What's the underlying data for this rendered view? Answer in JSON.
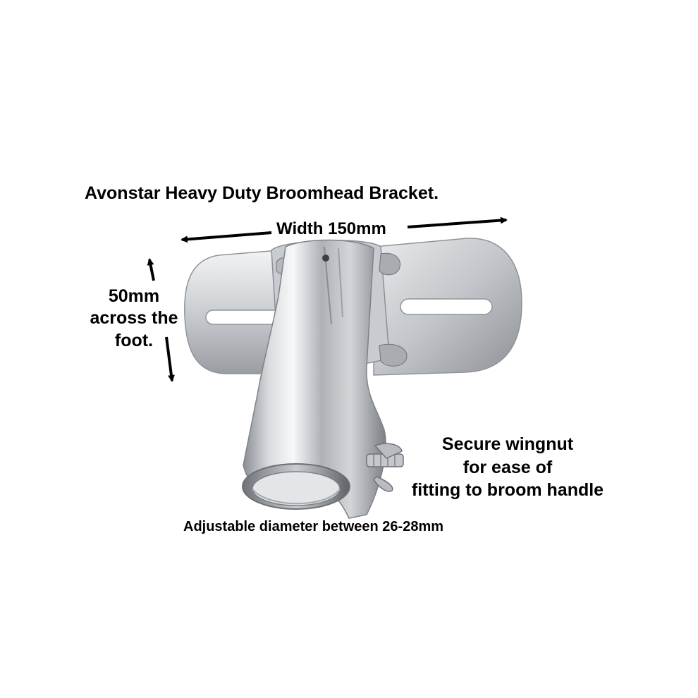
{
  "title": "Avonstar Heavy Duty Broomhead Bracket.",
  "width_label": "Width 150mm",
  "foot_label": [
    "50mm",
    "across the",
    "foot."
  ],
  "wingnut_label": [
    "Secure wingnut",
    "for ease of",
    "fitting to broom handle"
  ],
  "diameter_label": "Adjustable diameter between 26-28mm",
  "product_image": "broomhead-bracket-photo",
  "colors": {
    "text": "#000000",
    "background": "#ffffff",
    "metal_light": "#e4e6e8",
    "metal_mid": "#b5b8bc",
    "metal_dark": "#7a7d82"
  }
}
